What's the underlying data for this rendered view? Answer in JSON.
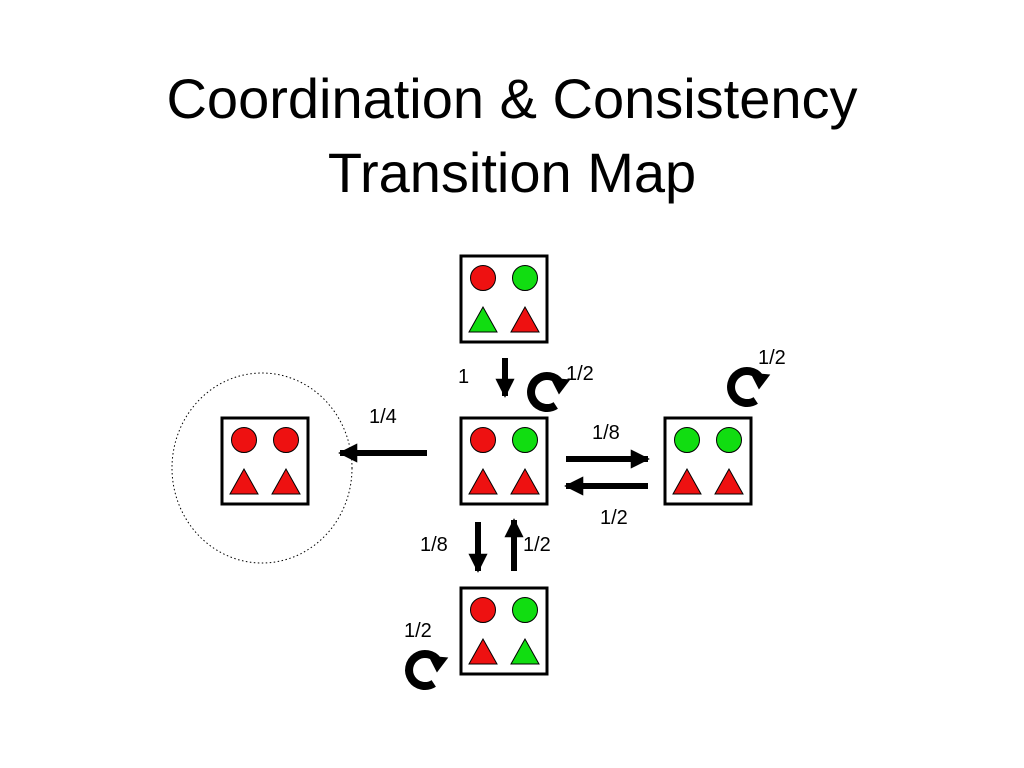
{
  "title": {
    "line1": "Coordination & Consistency",
    "line2": "Transition Map"
  },
  "colors": {
    "red": "#ee1111",
    "green": "#11dd11",
    "stroke": "#000000"
  },
  "states": {
    "top": {
      "circles": [
        "red",
        "green"
      ],
      "triangles": [
        "green",
        "red"
      ]
    },
    "center": {
      "circles": [
        "red",
        "green"
      ],
      "triangles": [
        "red",
        "red"
      ]
    },
    "left": {
      "circles": [
        "red",
        "red"
      ],
      "triangles": [
        "red",
        "red"
      ]
    },
    "right": {
      "circles": [
        "green",
        "green"
      ],
      "triangles": [
        "red",
        "red"
      ]
    },
    "bottom": {
      "circles": [
        "red",
        "green"
      ],
      "triangles": [
        "red",
        "green"
      ]
    }
  },
  "labels": {
    "top_to_center": "1",
    "center_self": "1/2",
    "right_self": "1/2",
    "center_to_left": "1/4",
    "center_to_right": "1/8",
    "right_to_center": "1/2",
    "center_to_bottom": "1/8",
    "bottom_to_center": "1/2",
    "bottom_self": "1/2"
  }
}
